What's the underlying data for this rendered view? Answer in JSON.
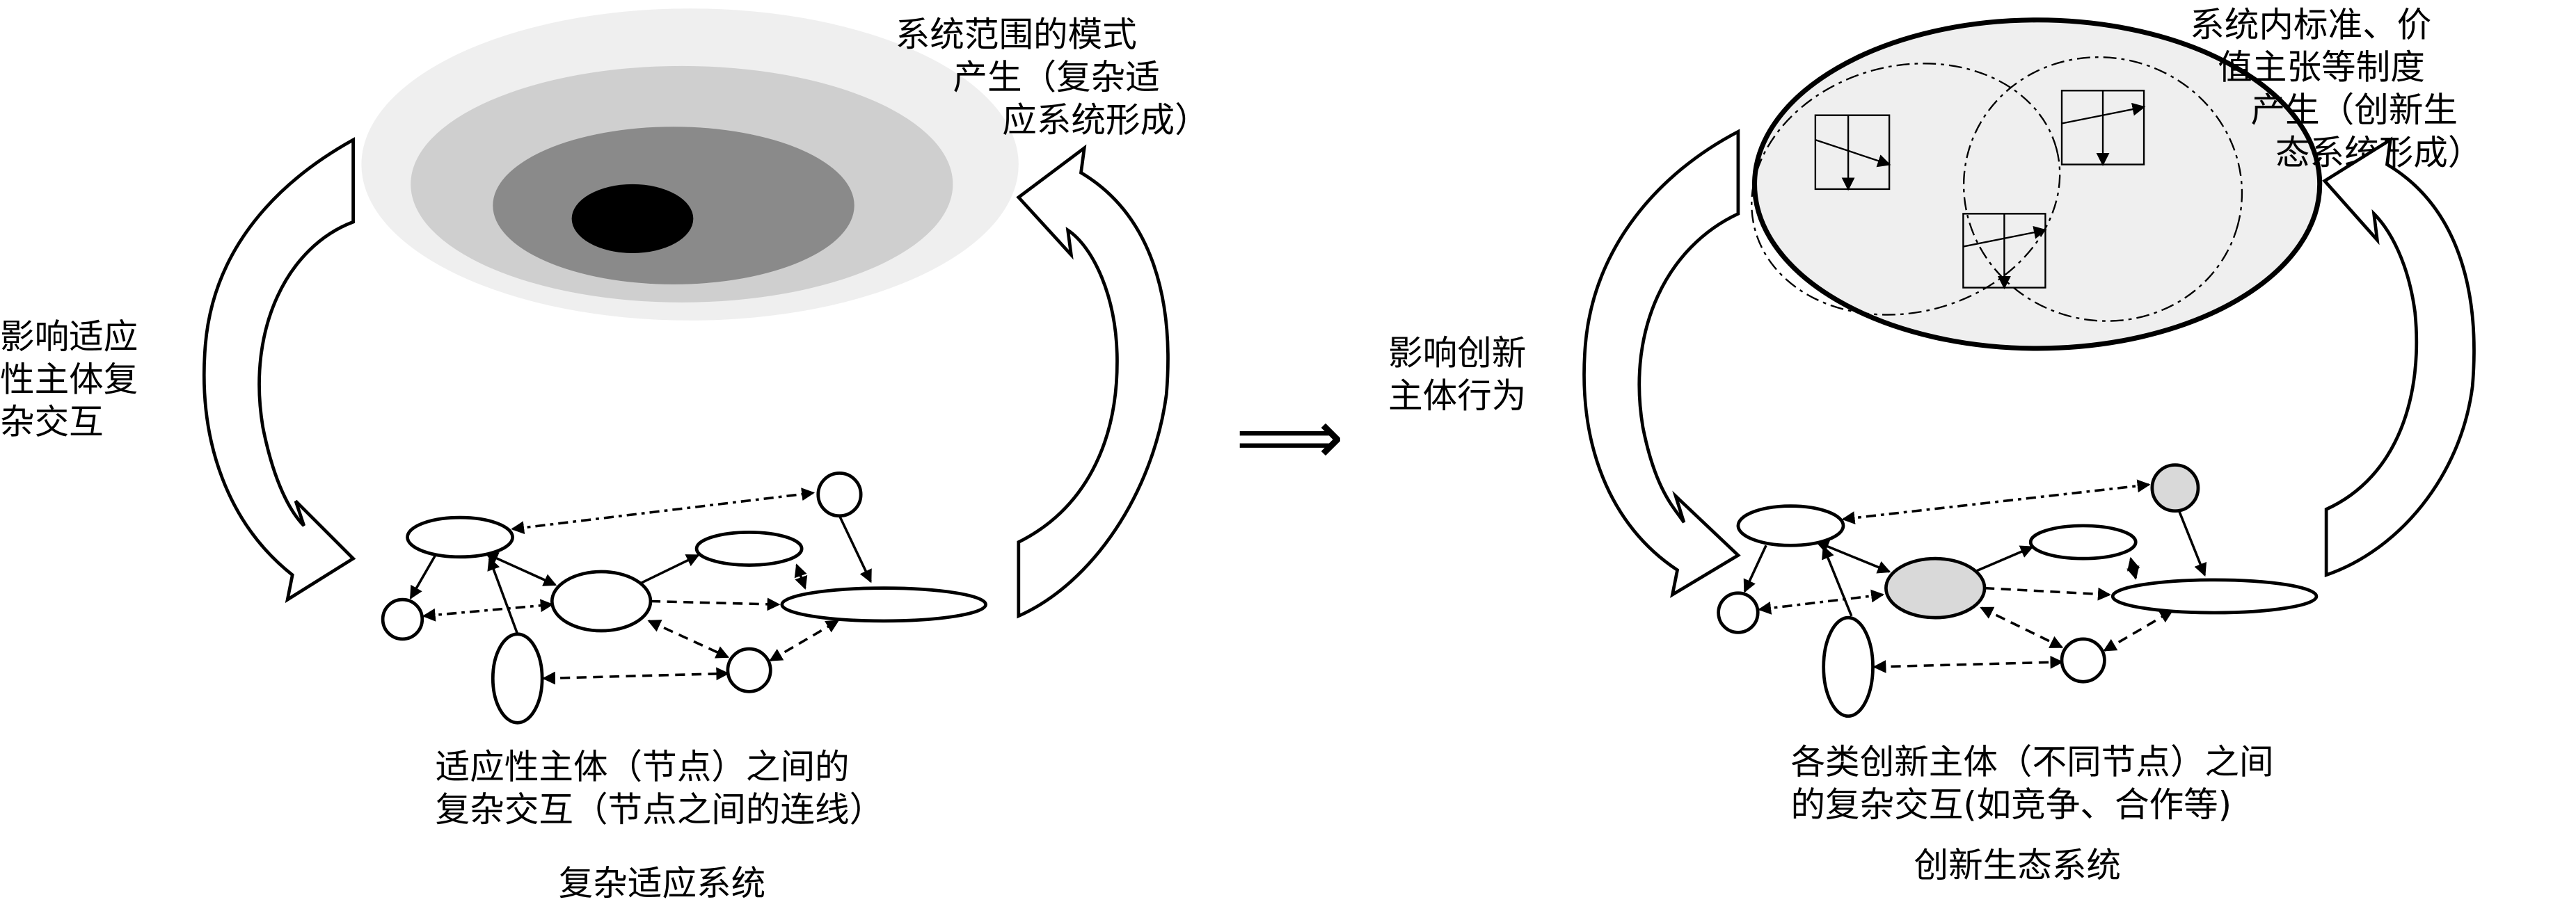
{
  "left": {
    "top_label": [
      "系统范围的模式",
      "产生（复杂适",
      "应系统形成）"
    ],
    "side_label": [
      "影响适应",
      "性主体复",
      "杂交互"
    ],
    "caption": [
      "适应性主体（节点）之间的",
      "复杂交互（节点之间的连线）"
    ],
    "title": "复杂适应系统"
  },
  "transition_symbol": "⟹",
  "right": {
    "top_label": [
      "系统内标准、价",
      "值主张等制度",
      "产生（创新生",
      "态系统形成）"
    ],
    "side_label": [
      "影响创新",
      "主体行为"
    ],
    "caption": [
      "各类创新主体（不同节点）之间",
      "的复杂交互(如竞争、合作等)"
    ],
    "title": "创新生态系统"
  },
  "colors": {
    "node_highlight": "#d9d9d9",
    "ring_outer": "#efefef",
    "ring_mid": "#cfcfcf",
    "ring_inner": "#8a8a8a",
    "core": "#000000"
  }
}
